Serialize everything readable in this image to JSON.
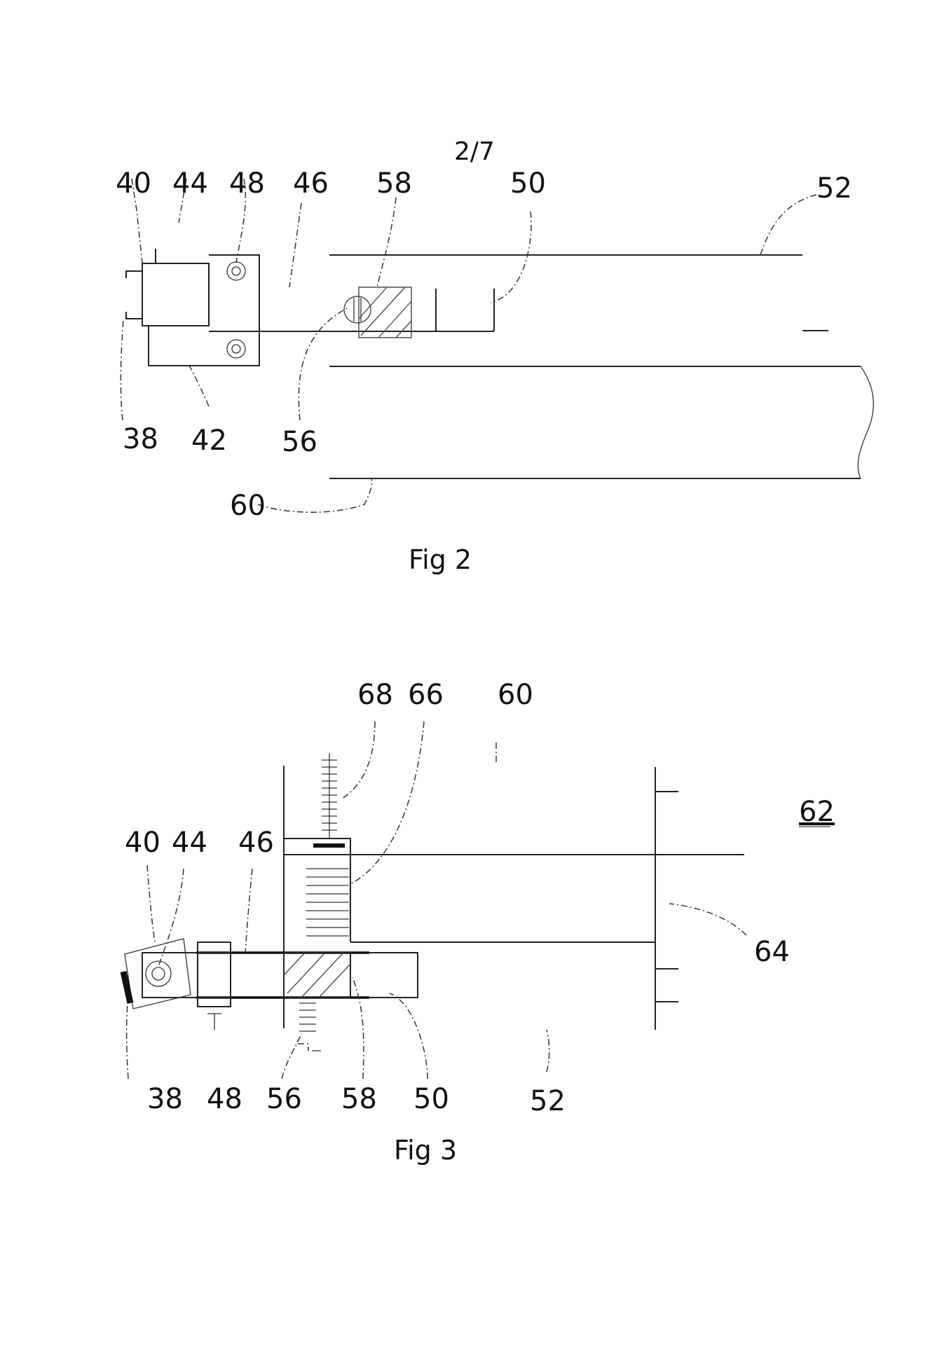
{
  "page_number": "2/7",
  "figures": [
    {
      "caption": "Fig 2",
      "labels": {
        "l40": "40",
        "l44": "44",
        "l48": "48",
        "l46": "46",
        "l58": "58",
        "l50": "50",
        "l52": "52",
        "l38": "38",
        "l42": "42",
        "l56": "56",
        "l60": "60"
      }
    },
    {
      "caption": "Fig 3",
      "labels": {
        "l68": "68",
        "l66": "66",
        "l60": "60",
        "l62": "62",
        "l40": "40",
        "l44": "44",
        "l46": "46",
        "l64": "64",
        "l38": "38",
        "l48": "48",
        "l56": "56",
        "l58": "58",
        "l50": "50",
        "l52": "52"
      }
    }
  ]
}
